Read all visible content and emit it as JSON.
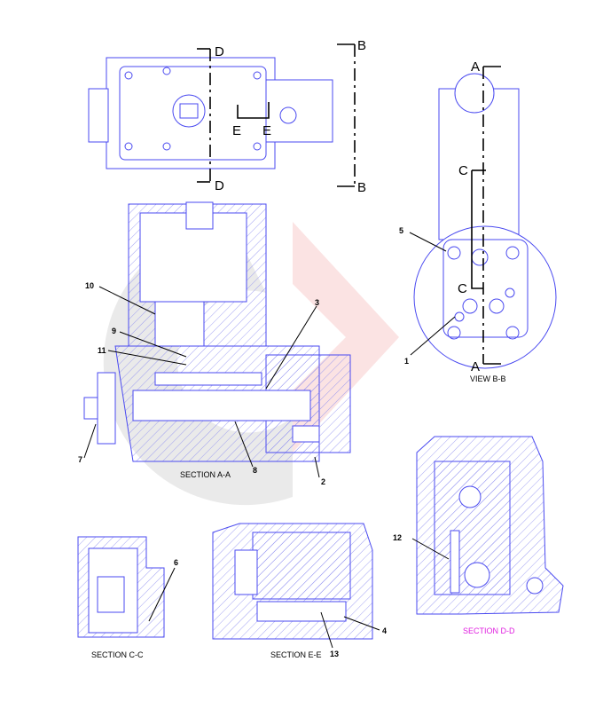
{
  "section_letters": {
    "d_top": "D",
    "d_bottom": "D",
    "b_top": "B",
    "b_bottom": "B",
    "e_left": "E",
    "e_right": "E",
    "a_top": "A",
    "a_bottom": "A",
    "c_top": "C",
    "c_mid": "C"
  },
  "captions": {
    "section_aa": "SECTION A-A",
    "view_bb": "VIEW B-B",
    "section_cc": "SECTION C-C",
    "section_ee": "SECTION E-E",
    "section_dd": "SECTION D-D"
  },
  "callouts": [
    "1",
    "2",
    "3",
    "4",
    "5",
    "6",
    "7",
    "8",
    "9",
    "10",
    "11",
    "12",
    "13"
  ],
  "colors": {
    "line": "#4a4af0",
    "section_dd_caption": "#e020e0",
    "watermark_grey": "#e6e6e6",
    "watermark_pink": "#fbe3e3"
  }
}
